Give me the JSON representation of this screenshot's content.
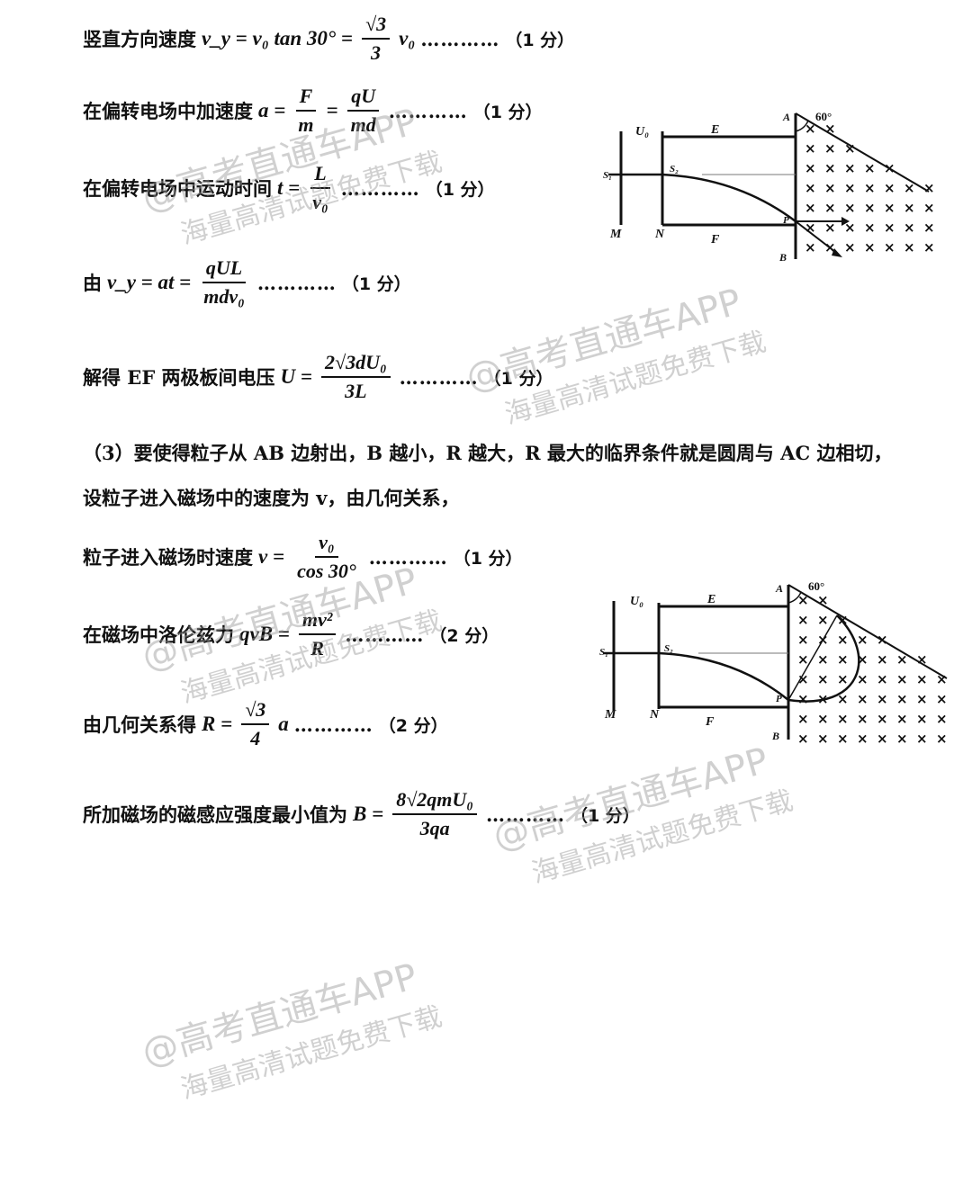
{
  "lines": {
    "l1_text": "竖直方向速度",
    "l1_math": "v_y = v₀ tan 30° =",
    "l1_frac_num": "√3",
    "l1_frac_den": "3",
    "l1_tail": "v₀",
    "l1_dots": "…………",
    "l1_score": "（1 分）",
    "l2_text": "在偏转电场中加速度",
    "l2_math": "a =",
    "l2_f1_num": "F",
    "l2_f1_den": "m",
    "l2_f2_num": "qU",
    "l2_f2_den": "md",
    "l2_dots": "…………",
    "l2_score": "（1 分）",
    "l3_text": "在偏转电场中运动时间",
    "l3_math": "t =",
    "l3_num": "L",
    "l3_den": "v₀",
    "l3_dots": "…………",
    "l3_score": "（1 分）",
    "l4_text": "由",
    "l4_math": "v_y = at =",
    "l4_num": "qUL",
    "l4_den": "mdv₀",
    "l4_dots": "…………",
    "l4_score": "（1 分）",
    "l5_text": "解得 EF 两极板间电压",
    "l5_math": "U =",
    "l5_num": "2√3dU₀",
    "l5_den": "3L",
    "l5_dots": "…………",
    "l5_score": "（1 分）",
    "p1": "（3）要使得粒子从 AB 边射出，B 越小，R 越大，R 最大的临界条件就是圆周与 AC 边相切，",
    "p2": "设粒子进入磁场中的速度为 v，由几何关系，",
    "l6_text": "粒子进入磁场时速度",
    "l6_math": "v =",
    "l6_num": "v₀",
    "l6_den": "cos 30°",
    "l6_dots": "…………",
    "l6_score": "（1 分）",
    "l7_text": "在磁场中洛伦兹力",
    "l7_math": "qvB =",
    "l7_num": "mv²",
    "l7_den": "R",
    "l7_dots": "…………",
    "l7_score": "（2 分）",
    "l8_text": "由几何关系得",
    "l8_math": "R =",
    "l8_num": "√3",
    "l8_den": "4",
    "l8_tail": "a",
    "l8_dots": "…………",
    "l8_score": "（2 分）",
    "l9_text": "所加磁场的磁感应强度最小值为",
    "l9_math": "B =",
    "l9_num": "8√2qmU₀",
    "l9_den": "3qa",
    "l9_dots": "…………",
    "l9_score": "（1 分）"
  },
  "diagram": {
    "label_U0": "U₀",
    "label_E": "E",
    "label_F": "F",
    "label_M": "M",
    "label_N": "N",
    "label_S1": "S₁",
    "label_S2": "S₂",
    "label_A": "A",
    "label_B": "B",
    "label_P": "P",
    "label_angle": "60°"
  },
  "watermark": {
    "line1": "@高考直通车APP",
    "line2": "海量高清试题免费下载"
  }
}
